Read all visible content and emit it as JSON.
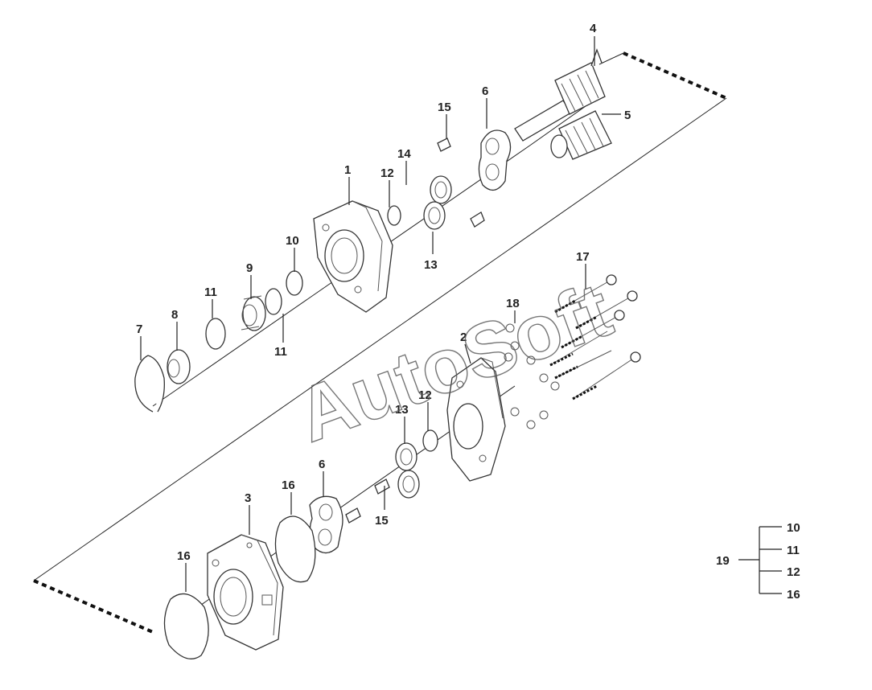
{
  "watermark": "AutoSoft",
  "labels": {
    "l1": "1",
    "l2": "2",
    "l3": "3",
    "l4": "4",
    "l5": "5",
    "l6a": "6",
    "l6b": "6",
    "l7": "7",
    "l8": "8",
    "l9": "9",
    "l10": "10",
    "l11a": "11",
    "l11b": "11",
    "l12a": "12",
    "l12b": "12",
    "l13a": "13",
    "l13b": "13",
    "l14": "14",
    "l15a": "15",
    "l15b": "15",
    "l16a": "16",
    "l16b": "16",
    "l17": "17",
    "l18": "18"
  },
  "kit": {
    "label": "19",
    "items": [
      "10",
      "11",
      "12",
      "16"
    ]
  }
}
